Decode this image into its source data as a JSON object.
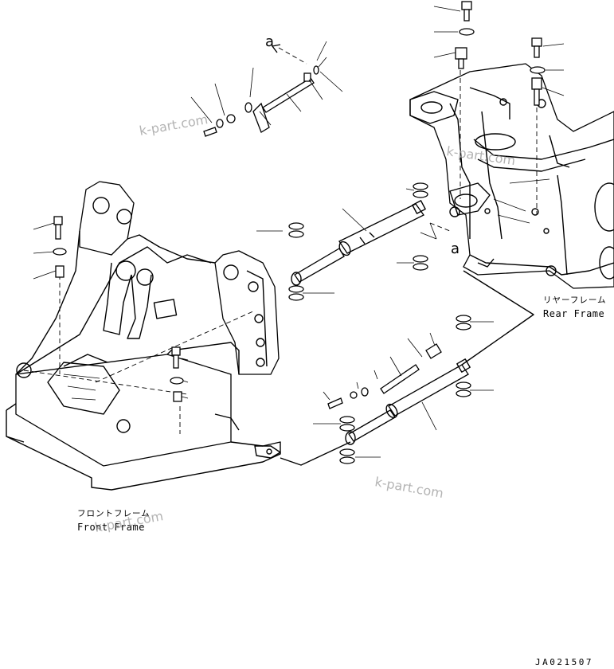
{
  "labels": {
    "rear_frame_jp": "リヤーフレーム",
    "rear_frame_en": "Rear Frame",
    "front_frame_jp": "フロントフレーム",
    "front_frame_en": "Front Frame",
    "ref_upper": "a",
    "ref_lower": "a",
    "drawing_code": "JA021507"
  },
  "watermarks": [
    "k-part.com",
    "k-part.com",
    "k-part.com",
    "k-part.com"
  ],
  "colors": {
    "line": "#000000",
    "background": "#ffffff",
    "watermark": "#9a9a9a"
  }
}
